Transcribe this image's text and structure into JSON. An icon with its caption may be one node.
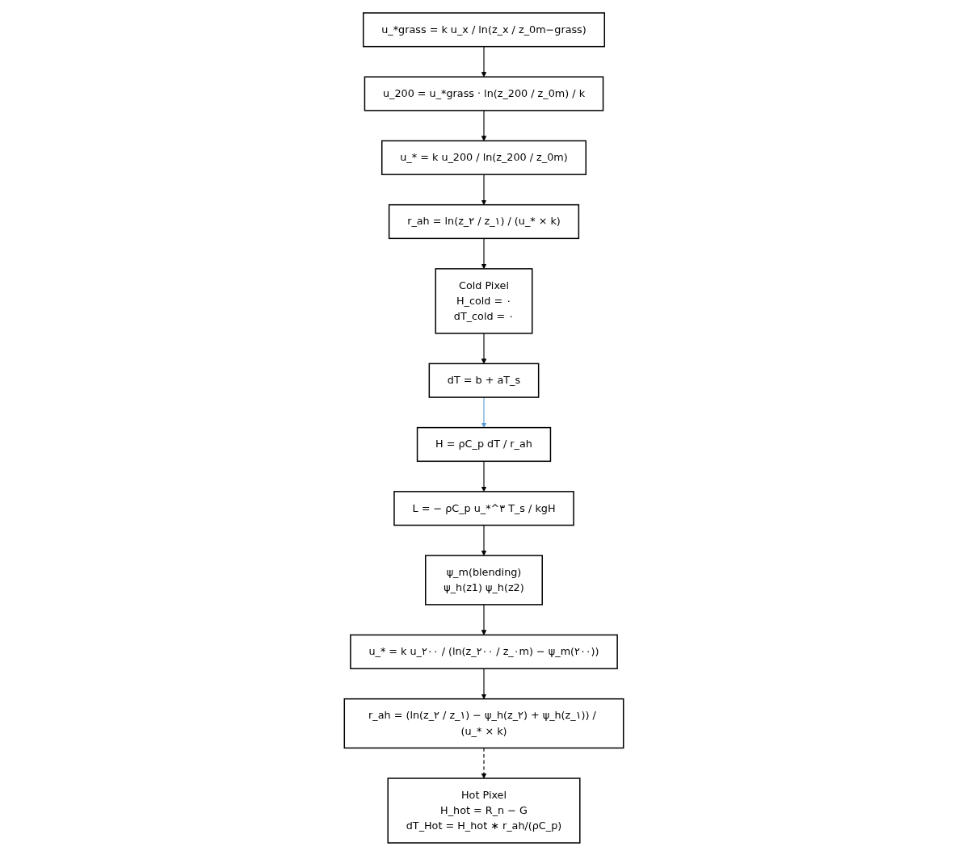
{
  "diagram": {
    "nodes": [
      {
        "text": [
          "u_*grass = k u_x / ln(z_x / z_0m−grass)"
        ]
      },
      {
        "text": [
          "u_200 = u_*grass · ln(z_200 / z_0m) / k"
        ]
      },
      {
        "text": [
          "u_* = k u_200 / ln(z_200 / z_0m)"
        ]
      },
      {
        "text": [
          "r_ah = ln(z_۲ / z_۱) / (u_* × k)"
        ]
      },
      {
        "text": [
          "Cold Pixel",
          "H_cold = ۰",
          "dT_cold = ۰"
        ]
      },
      {
        "text": [
          "Hot Pixel",
          "H_hot = R_n − G",
          "dT_Hot = H_hot ∗ r_ah/(ρC_p)"
        ]
      },
      {
        "text": [
          "dT = b + aT_s"
        ]
      },
      {
        "text": [
          "H = ρC_p dT / r_ah"
        ]
      },
      {
        "text": [
          "L = − ρC_p u_*^۳ T_s / kgH"
        ]
      },
      {
        "text": [
          "ψ_m(blending)",
          "ψ_h(z1) ψ_h(z2)"
        ]
      },
      {
        "text": [
          "u_* = k u_۲۰۰ / (ln(z_۲۰۰ / z_۰m) − ψ_m(۲۰۰))"
        ]
      },
      {
        "text": [
          "r_ah = (ln(z_۲ / z_۱) − ψ_h(z_۲) + ψ_h(z_۱)) / (u_* × k)"
        ]
      }
    ],
    "edges": [
      {
        "from": 0,
        "to": 1,
        "arrow": "to"
      },
      {
        "from": 1,
        "to": 2,
        "arrow": "to"
      },
      {
        "from": 2,
        "to": 3,
        "arrow": "to"
      },
      {
        "from": 3,
        "to": 4,
        "arrow": "to"
      },
      {
        "from": 4,
        "to": 6,
        "arrow": "to"
      },
      {
        "from": 6,
        "to": 7,
        "arrow": "to",
        "color": "#5b9bd5"
      },
      {
        "from": 7,
        "to": 8,
        "arrow": "to"
      },
      {
        "from": 8,
        "to": 9,
        "arrow": "to"
      },
      {
        "from": 9,
        "to": 10,
        "arrow": "to"
      },
      {
        "from": 10,
        "to": 11,
        "arrow": "to"
      },
      {
        "from": 11,
        "to": 5,
        "arrow": "to",
        "style": "dashed"
      }
    ]
  }
}
